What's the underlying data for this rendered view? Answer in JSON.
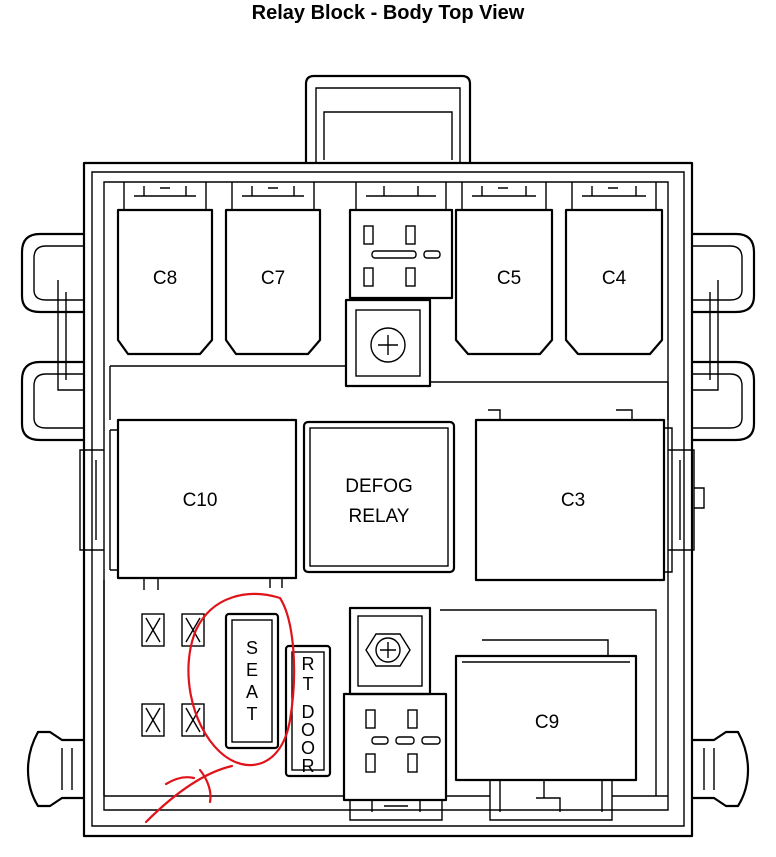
{
  "title": "Relay Block - Body Top View",
  "labels": {
    "c8": "C8",
    "c7": "C7",
    "c5": "C5",
    "c4": "C4",
    "c10": "C10",
    "defog_line1": "DEFOG",
    "defog_line2": "RELAY",
    "c3": "C3",
    "c9": "C9",
    "seat": [
      "S",
      "E",
      "A",
      "T"
    ],
    "rt_door": [
      "R",
      "T",
      "",
      "D",
      "O",
      "O",
      "R"
    ]
  },
  "colors": {
    "annotation": "#e0131a",
    "line": "#000000"
  }
}
